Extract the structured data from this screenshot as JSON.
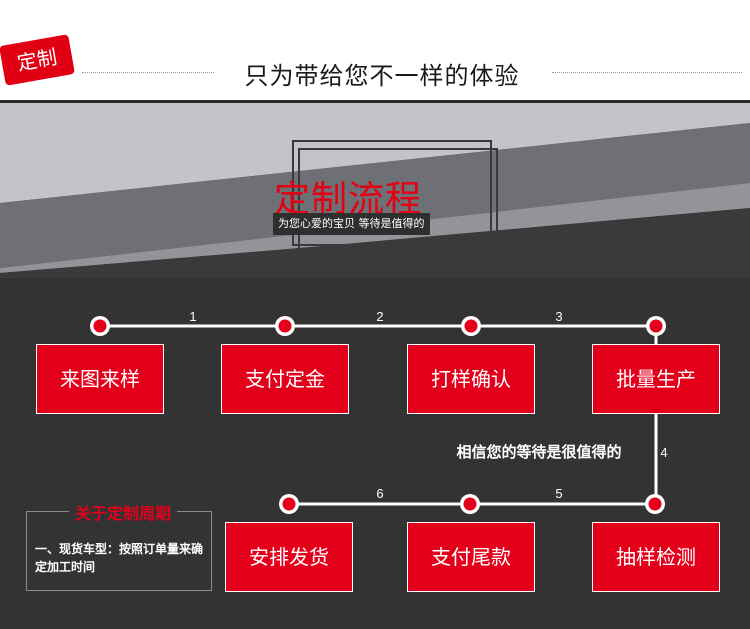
{
  "header": {
    "badge": "定制",
    "title": "只为带给您不一样的体验"
  },
  "section": {
    "title": "定制流程",
    "tagline": "为您心爱的宝贝 等待是值得的"
  },
  "flow": {
    "steps": [
      "来图来样",
      "支付定金",
      "打样确认",
      "批量生产",
      "抽样检测",
      "支付尾款",
      "安排发货"
    ],
    "numbers": [
      "1",
      "2",
      "3",
      "4",
      "5",
      "6"
    ],
    "wait_text": "相信您的等待是很值得的",
    "accent_color": "#e4001b"
  },
  "cycle": {
    "title": "关于定制周期",
    "text": "一、现货车型：按照订单量来确定加工时间"
  }
}
